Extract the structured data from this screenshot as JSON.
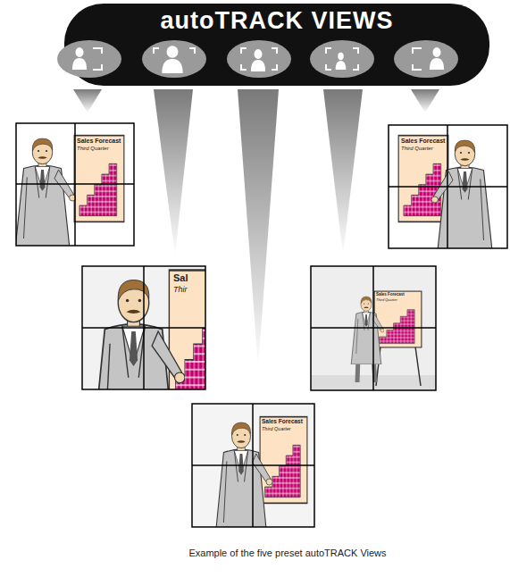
{
  "diagram": {
    "title": "autoTRACK VIEWS",
    "caption": "Example of the five preset autoTRACK Views",
    "labels": [
      "Sales Forecast",
      "Third Quarter",
      "Sales Forecast",
      "Third Quarter",
      "Sal",
      "Thir",
      "Sales Forecast",
      "Third Quarter",
      "Sales Forecast",
      "Third Quarter"
    ]
  }
}
